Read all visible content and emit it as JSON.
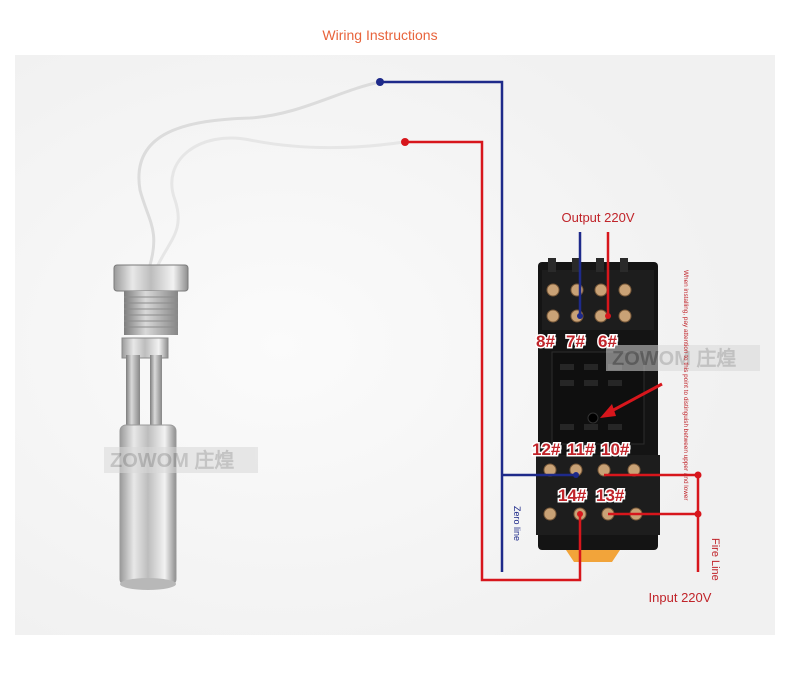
{
  "title": "Wiring Instructions",
  "labels": {
    "output": "Output 220V",
    "input": "Input 220V",
    "zero_line": "Zero line",
    "fire_line": "Fire Line",
    "note": "When installing, pay attention to this point to distinguish between upper and lower"
  },
  "terminals": {
    "t8": "8#",
    "t7": "7#",
    "t6": "6#",
    "t12": "12#",
    "t11": "11#",
    "t10": "10#",
    "t14": "14#",
    "t13": "13#"
  },
  "watermark": "ZOWOM 庄煌",
  "colors": {
    "title": "#e8643c",
    "red_wire": "#d7161c",
    "blue_wire": "#1e2a8a",
    "base": "#121212",
    "label_text": "#c0242a"
  }
}
